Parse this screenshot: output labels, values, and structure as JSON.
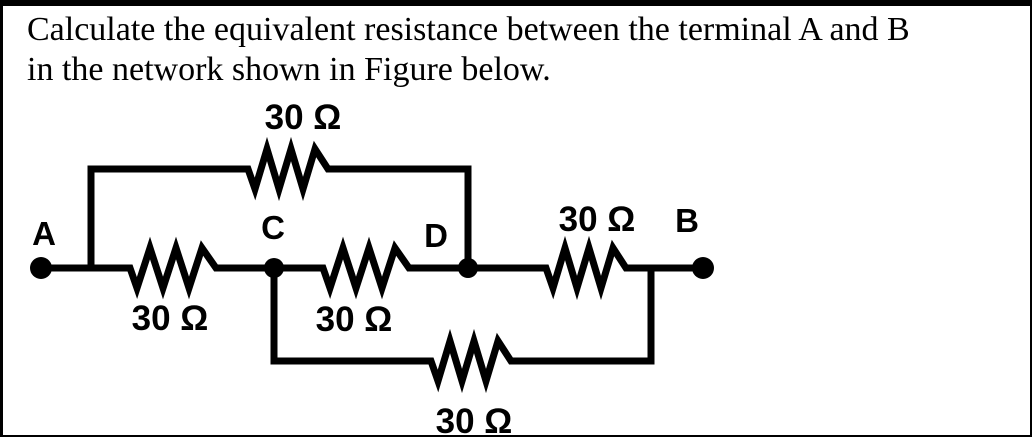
{
  "question": {
    "full_text": "Calculate the equivalent resistance between the terminal A and B in the network shown in Figure below.",
    "line1": "Calculate the equivalent resistance between the terminal A and B",
    "line2": "in the network shown in Figure below."
  },
  "circuit": {
    "terminals": [
      {
        "label": "A"
      },
      {
        "label": "B"
      }
    ],
    "nodes": [
      {
        "label": "C"
      },
      {
        "label": "D"
      }
    ],
    "resistors": [
      {
        "id": "top-branch",
        "value": "30 Ω",
        "between": "A junction to D (top branch)"
      },
      {
        "id": "a-to-c",
        "value": "30 Ω",
        "between": "A to C"
      },
      {
        "id": "c-to-d",
        "value": "30 Ω",
        "between": "C to D"
      },
      {
        "id": "d-to-b",
        "value": "30 Ω",
        "between": "D to B"
      },
      {
        "id": "bottom-branch",
        "value": "30 Ω",
        "between": "C to B junction (bottom branch)"
      }
    ]
  },
  "colors": {
    "ink": "#000000",
    "background": "#ffffff"
  }
}
